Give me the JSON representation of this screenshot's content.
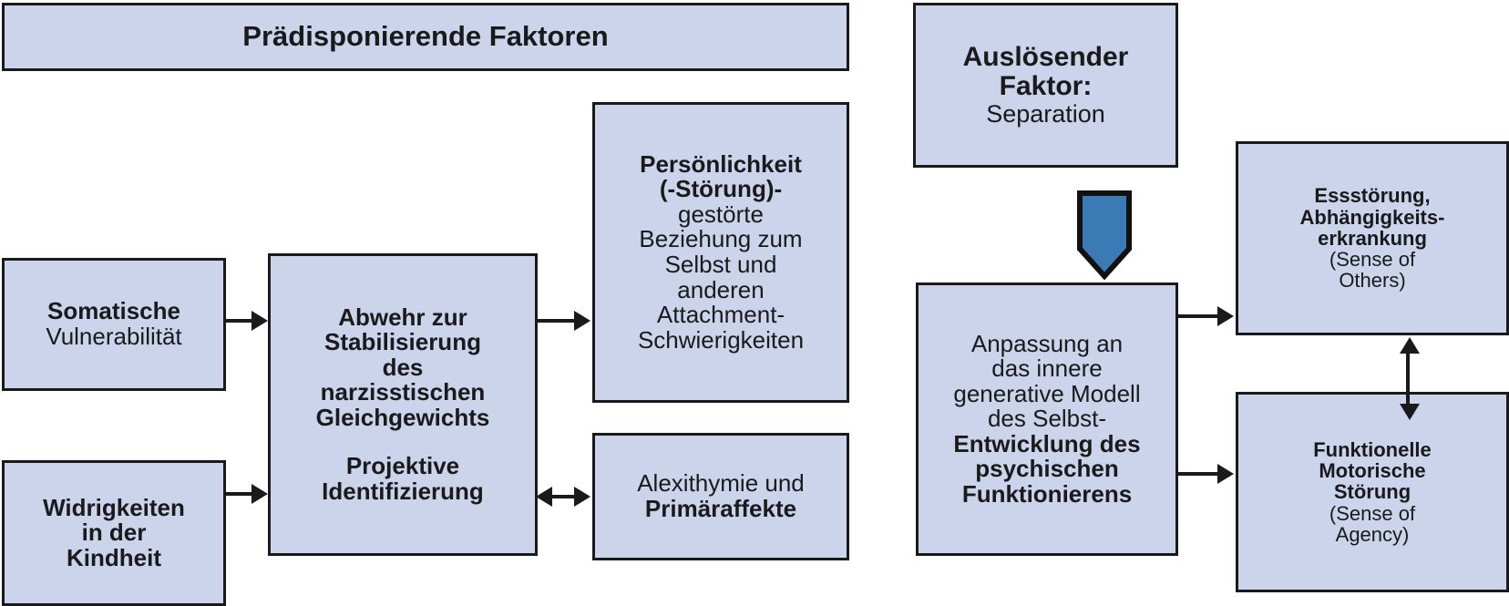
{
  "diagram": {
    "title_box": {
      "text": "Prädisponierende Faktoren"
    },
    "boxes": {
      "somatic": {
        "line1": "Somatische",
        "line2": "Vulnerabilität"
      },
      "adversity": {
        "line1": "Widrigkeiten",
        "line2": "in der",
        "line3": "Kindheit"
      },
      "defense": {
        "line1": "Abwehr zur",
        "line2": "Stabilisierung",
        "line3": "des",
        "line4": "narzisstischen",
        "line5": "Gleichgewichts",
        "line6": "Projektive",
        "line7": "Identifizierung"
      },
      "personality": {
        "line1": "Persönlichkeit",
        "line2": "(-Störung)-",
        "line3": "gestörte",
        "line4": "Beziehung zum",
        "line5": "Selbst und",
        "line6": "anderen",
        "line7": "Attachment-",
        "line8": "Schwierigkeiten"
      },
      "alexithymia": {
        "line1": "Alexithymie und",
        "line2": "Primäraffekte"
      },
      "trigger": {
        "line1": "Auslösender",
        "line2": "Faktor:",
        "line3": "Separation"
      },
      "adaptation": {
        "line1": "Anpassung an",
        "line2": "das innere",
        "line3": "generative Modell",
        "line4": "des Selbst-",
        "line5": "Entwicklung des",
        "line6": "psychischen",
        "line7": "Funktionierens"
      },
      "eating_disorder": {
        "line1": "Essstörung,",
        "line2": "Abhängigkeits-",
        "line3": "erkrankung",
        "line4": "(Sense of",
        "line5": "Others)"
      },
      "motor_disorder": {
        "line1": "Funktionelle",
        "line2": "Motorische",
        "line3": "Störung",
        "line4": "(Sense of",
        "line5": "Agency)"
      }
    },
    "colors": {
      "box_fill": "#ccd4ec",
      "box_border": "#1a1a1a",
      "blue_arrow": "#3a7ab5",
      "text": "#1a1a1a",
      "background": "#ffffff"
    }
  }
}
